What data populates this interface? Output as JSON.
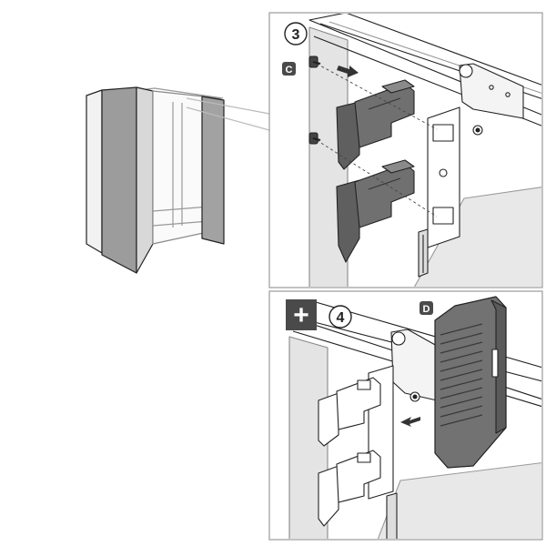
{
  "panels": [
    {
      "step": "3",
      "part_label": "C",
      "plus_badge": ""
    },
    {
      "step": "4",
      "part_label": "D",
      "plus_badge": "+"
    }
  ],
  "colors": {
    "line": "#222222",
    "wardrobe_grey": "#9a9a9a",
    "part_dark": "#5e5e5e",
    "cover_grey": "#6f6f6f",
    "wall_grey": "#e6e6e6",
    "badge_dark": "#4a4a4a",
    "panel_border": "#9a9a9a"
  }
}
